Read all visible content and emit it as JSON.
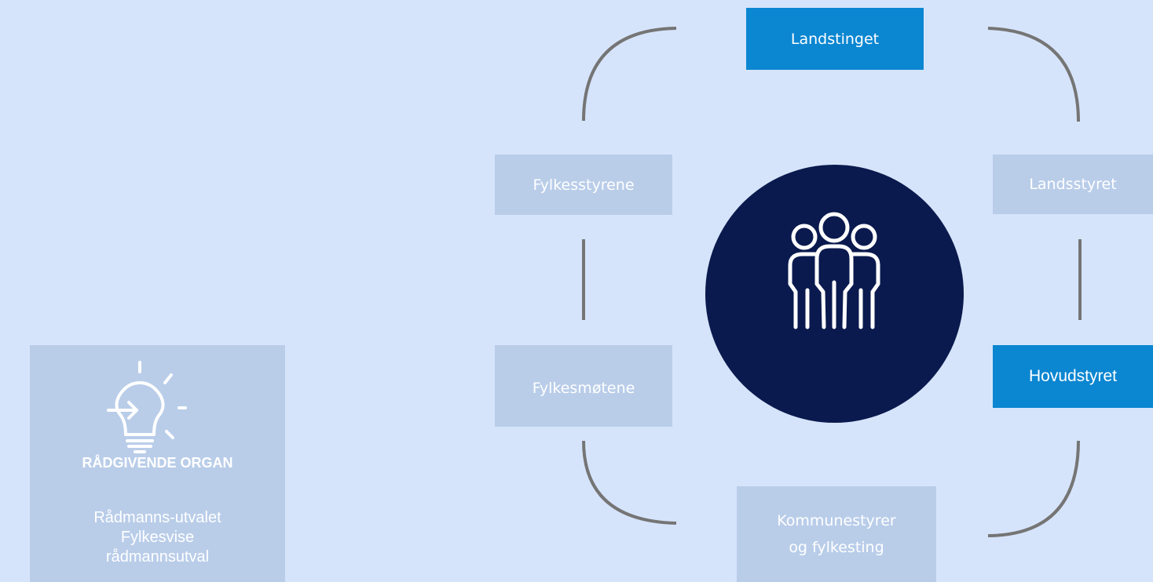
{
  "nodes": {
    "landstinget": "Landstinget",
    "landsstyret": "Landsstyret",
    "hovudstyret": "Hovudstyret",
    "kommunestyrer_line1": "Kommunestyrer",
    "kommunestyrer_line2": "og fylkesting",
    "fylkesmotene": "Fylkesmøtene",
    "fylkesstyrene": "Fylkesstyrene"
  },
  "center_icon": "people-group-icon",
  "advisory": {
    "icon": "lightbulb-arrow-icon",
    "title": "RÅDGIVENDE ORGAN",
    "members": [
      "Rådmanns-utvalet",
      "Fylkesvise",
      "rådmannsutval"
    ]
  },
  "colors": {
    "background": "#d6e4fb",
    "light_box": "#b9cde9",
    "highlight_box": "#0b86d1",
    "circle": "#0a1a4e",
    "connector": "#757575"
  }
}
